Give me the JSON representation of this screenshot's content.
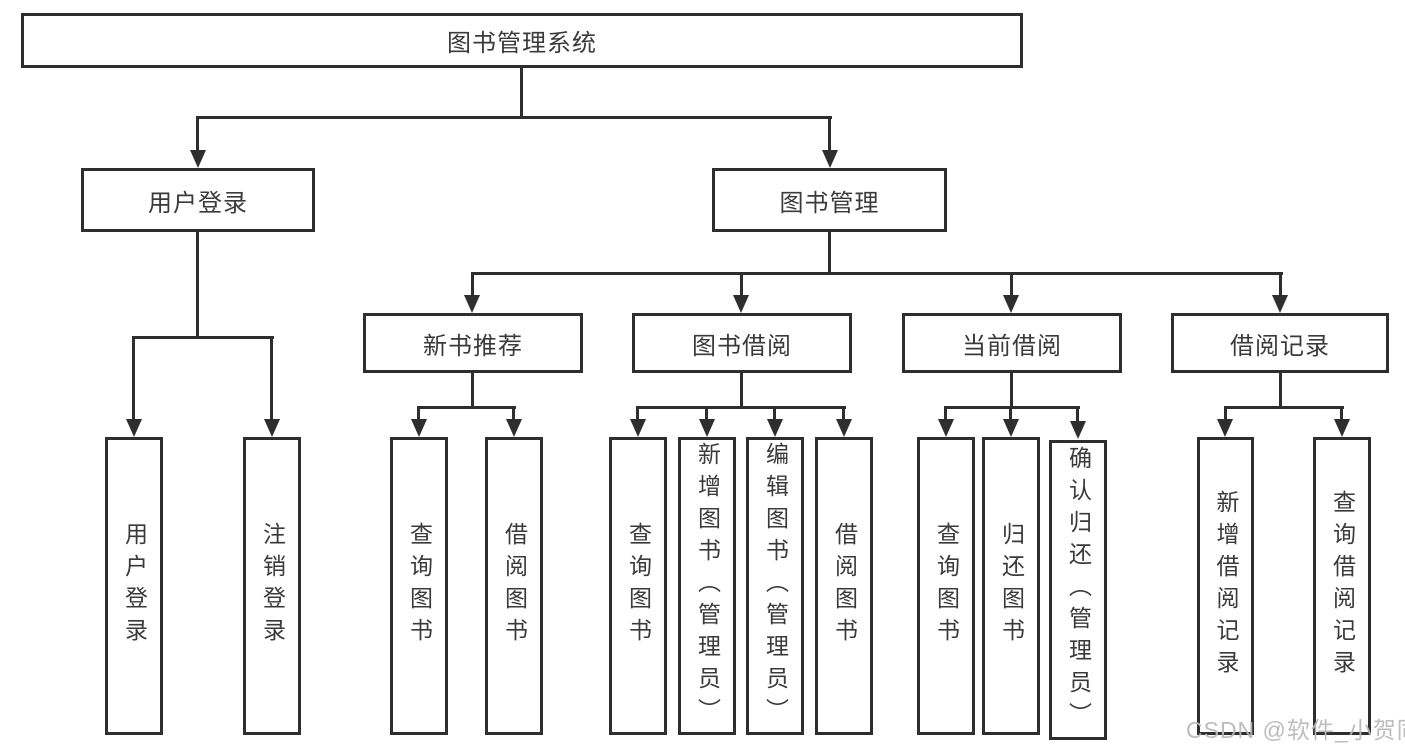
{
  "tree": {
    "root": "图书管理系统",
    "level2": {
      "user_login": "用户登录",
      "book_mgmt": "图书管理"
    },
    "level3": {
      "new_book": "新书推荐",
      "book_borrow": "图书借阅",
      "current_borrow": "当前借阅",
      "borrow_record": "借阅记录"
    },
    "level4": {
      "user_login": [
        "用户登录",
        "注销登录"
      ],
      "new_book": [
        "查询图书",
        "借阅图书"
      ],
      "book_borrow": [
        "查询图书",
        "新增图书（管理员）",
        "编辑图书（管理员）",
        "借阅图书"
      ],
      "current_borrow": [
        "查询图书",
        "归还图书",
        "确认归还（管理员）"
      ],
      "borrow_record": [
        "新增借阅记录",
        "查询借阅记录"
      ]
    }
  },
  "watermark": "CSDN @软件_小贺同学",
  "colors": {
    "line": "#2e2e2e",
    "text": "#3a3a3a",
    "background": "#ffffff",
    "watermark": "#b9b9b9"
  }
}
